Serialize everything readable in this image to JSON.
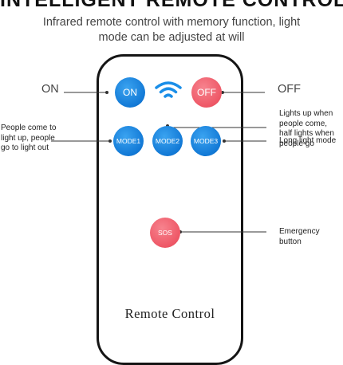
{
  "header": {
    "title": "INTELLIGENT REMOTE CONTROL",
    "subtitle_line1": "Infrared remote control with memory function, light",
    "subtitle_line2": "mode can be adjusted at will"
  },
  "remote": {
    "buttons": {
      "on": "ON",
      "off": "OFF",
      "mode1": "MODE1",
      "mode2": "MODE2",
      "mode3": "MODE3",
      "sos": "SOS"
    },
    "label": "Remote Control"
  },
  "callouts": {
    "on": "ON",
    "off": "OFF",
    "mode1_line1": "People come to",
    "mode1_line2": "light up, people",
    "mode1_line3": "go to light out",
    "mode2_line1": "Lights up when",
    "mode2_line2": "people come,",
    "mode2_line3": "half lights when",
    "mode2_line4": "people go",
    "mode3": "Long light mode",
    "sos_line1": "Emergency",
    "sos_line2": "button"
  },
  "colors": {
    "blue_button": "#1279d6",
    "red_button": "#ee5766",
    "wifi_icon": "#1a8ee8",
    "outline": "#151515"
  },
  "icons": [
    "wifi-icon"
  ]
}
